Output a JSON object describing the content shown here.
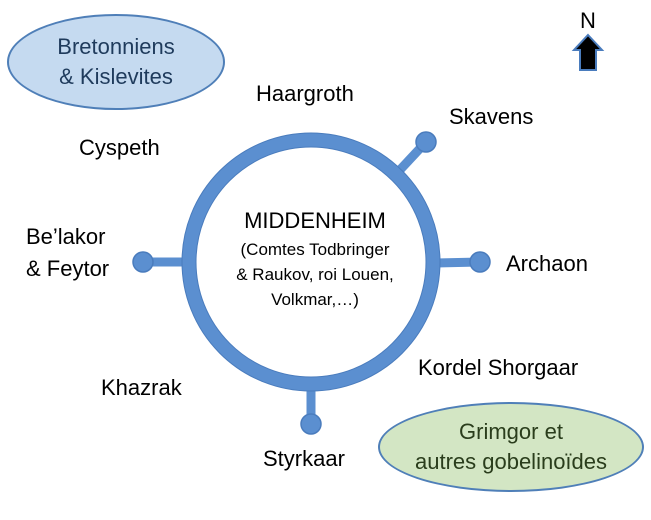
{
  "center": {
    "title": "MIDDENHEIM",
    "sub_line1": "(Comtes Todbringer",
    "sub_line2": "& Raukov, roi Louen,",
    "sub_line3": "Volkmar,…)"
  },
  "labels": {
    "haargroth": "Haargroth",
    "skavens": "Skavens",
    "cyspeth": "Cyspeth",
    "belakor_line1": "Be’lakor",
    "belakor_line2": "& Feytor",
    "archaon": "Archaon",
    "kordel": "Kordel Shorgaar",
    "khazrak": "Khazrak",
    "styrkaar": "Styrkaar"
  },
  "ellipses": {
    "nw_line1": "Bretonniens",
    "nw_line2": "& Kislevites",
    "se_line1": "Grimgor et",
    "se_line2": "autres gobelinoïdes"
  },
  "compass": {
    "label": "N",
    "icon": "north-arrow-icon"
  },
  "colors": {
    "ring": "#5b8fd0",
    "ring_stroke": "#4a7cbd",
    "nw_fill": "#c5daf0",
    "se_fill": "#d3e6c4"
  }
}
